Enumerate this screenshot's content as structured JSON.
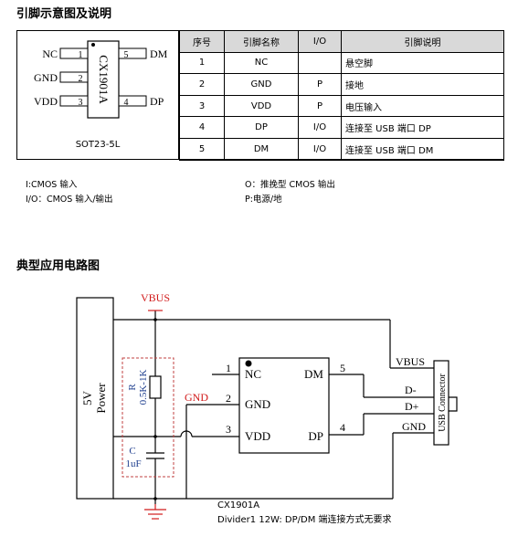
{
  "section1_title": "引脚示意图及说明",
  "package": {
    "label": "SOT23-5L",
    "chip_text": "CX1901A",
    "left_pins": [
      {
        "num": "1",
        "name": "NC"
      },
      {
        "num": "2",
        "name": "GND"
      },
      {
        "num": "3",
        "name": "VDD"
      }
    ],
    "right_pins": [
      {
        "num": "5",
        "name": "DM"
      },
      {
        "num": "4",
        "name": "DP"
      }
    ]
  },
  "pin_table": {
    "headers": [
      "序号",
      "引脚名称",
      "I/O",
      "引脚说明"
    ],
    "rows": [
      [
        "1",
        "NC",
        "",
        "悬空脚"
      ],
      [
        "2",
        "GND",
        "P",
        "接地"
      ],
      [
        "3",
        "VDD",
        "P",
        "电压输入"
      ],
      [
        "4",
        "DP",
        "I/O",
        "连接至 USB 端口 DP"
      ],
      [
        "5",
        "DM",
        "I/O",
        "连接至 USB 端口 DM"
      ]
    ]
  },
  "notes": {
    "i": "I:CMOS 输入",
    "io": "I/O：CMOS 输入/输出",
    "o": "O：推挽型 CMOS 输出",
    "p": "P:电源/地"
  },
  "section2_title": "典型应用电路图",
  "circuit": {
    "vbus_top": "VBUS",
    "power_label_1": "5V",
    "power_label_2": "Power",
    "r_label_1": "R",
    "r_label_2": "0.5K-1K",
    "c_label_1": "C",
    "c_label_2": "1uF",
    "gnd_wire_label": "GND",
    "chip_pins_left": [
      {
        "num": "1",
        "name": "NC"
      },
      {
        "num": "2",
        "name": "GND"
      },
      {
        "num": "3",
        "name": "VDD"
      }
    ],
    "chip_pins_right": [
      {
        "num": "5",
        "name": "DM"
      },
      {
        "num": "4",
        "name": "DP"
      }
    ],
    "usb_labels": [
      "VBUS",
      "D-",
      "D+",
      "GND"
    ],
    "usb_connector": "USB Connector",
    "part_name": "CX1901A",
    "part_note": "Divider1 12W:   DP/DM 端连接方式无要求",
    "colors": {
      "red": "#d11a1a",
      "blue": "#1f3f8f",
      "dash": "#c04040"
    }
  }
}
